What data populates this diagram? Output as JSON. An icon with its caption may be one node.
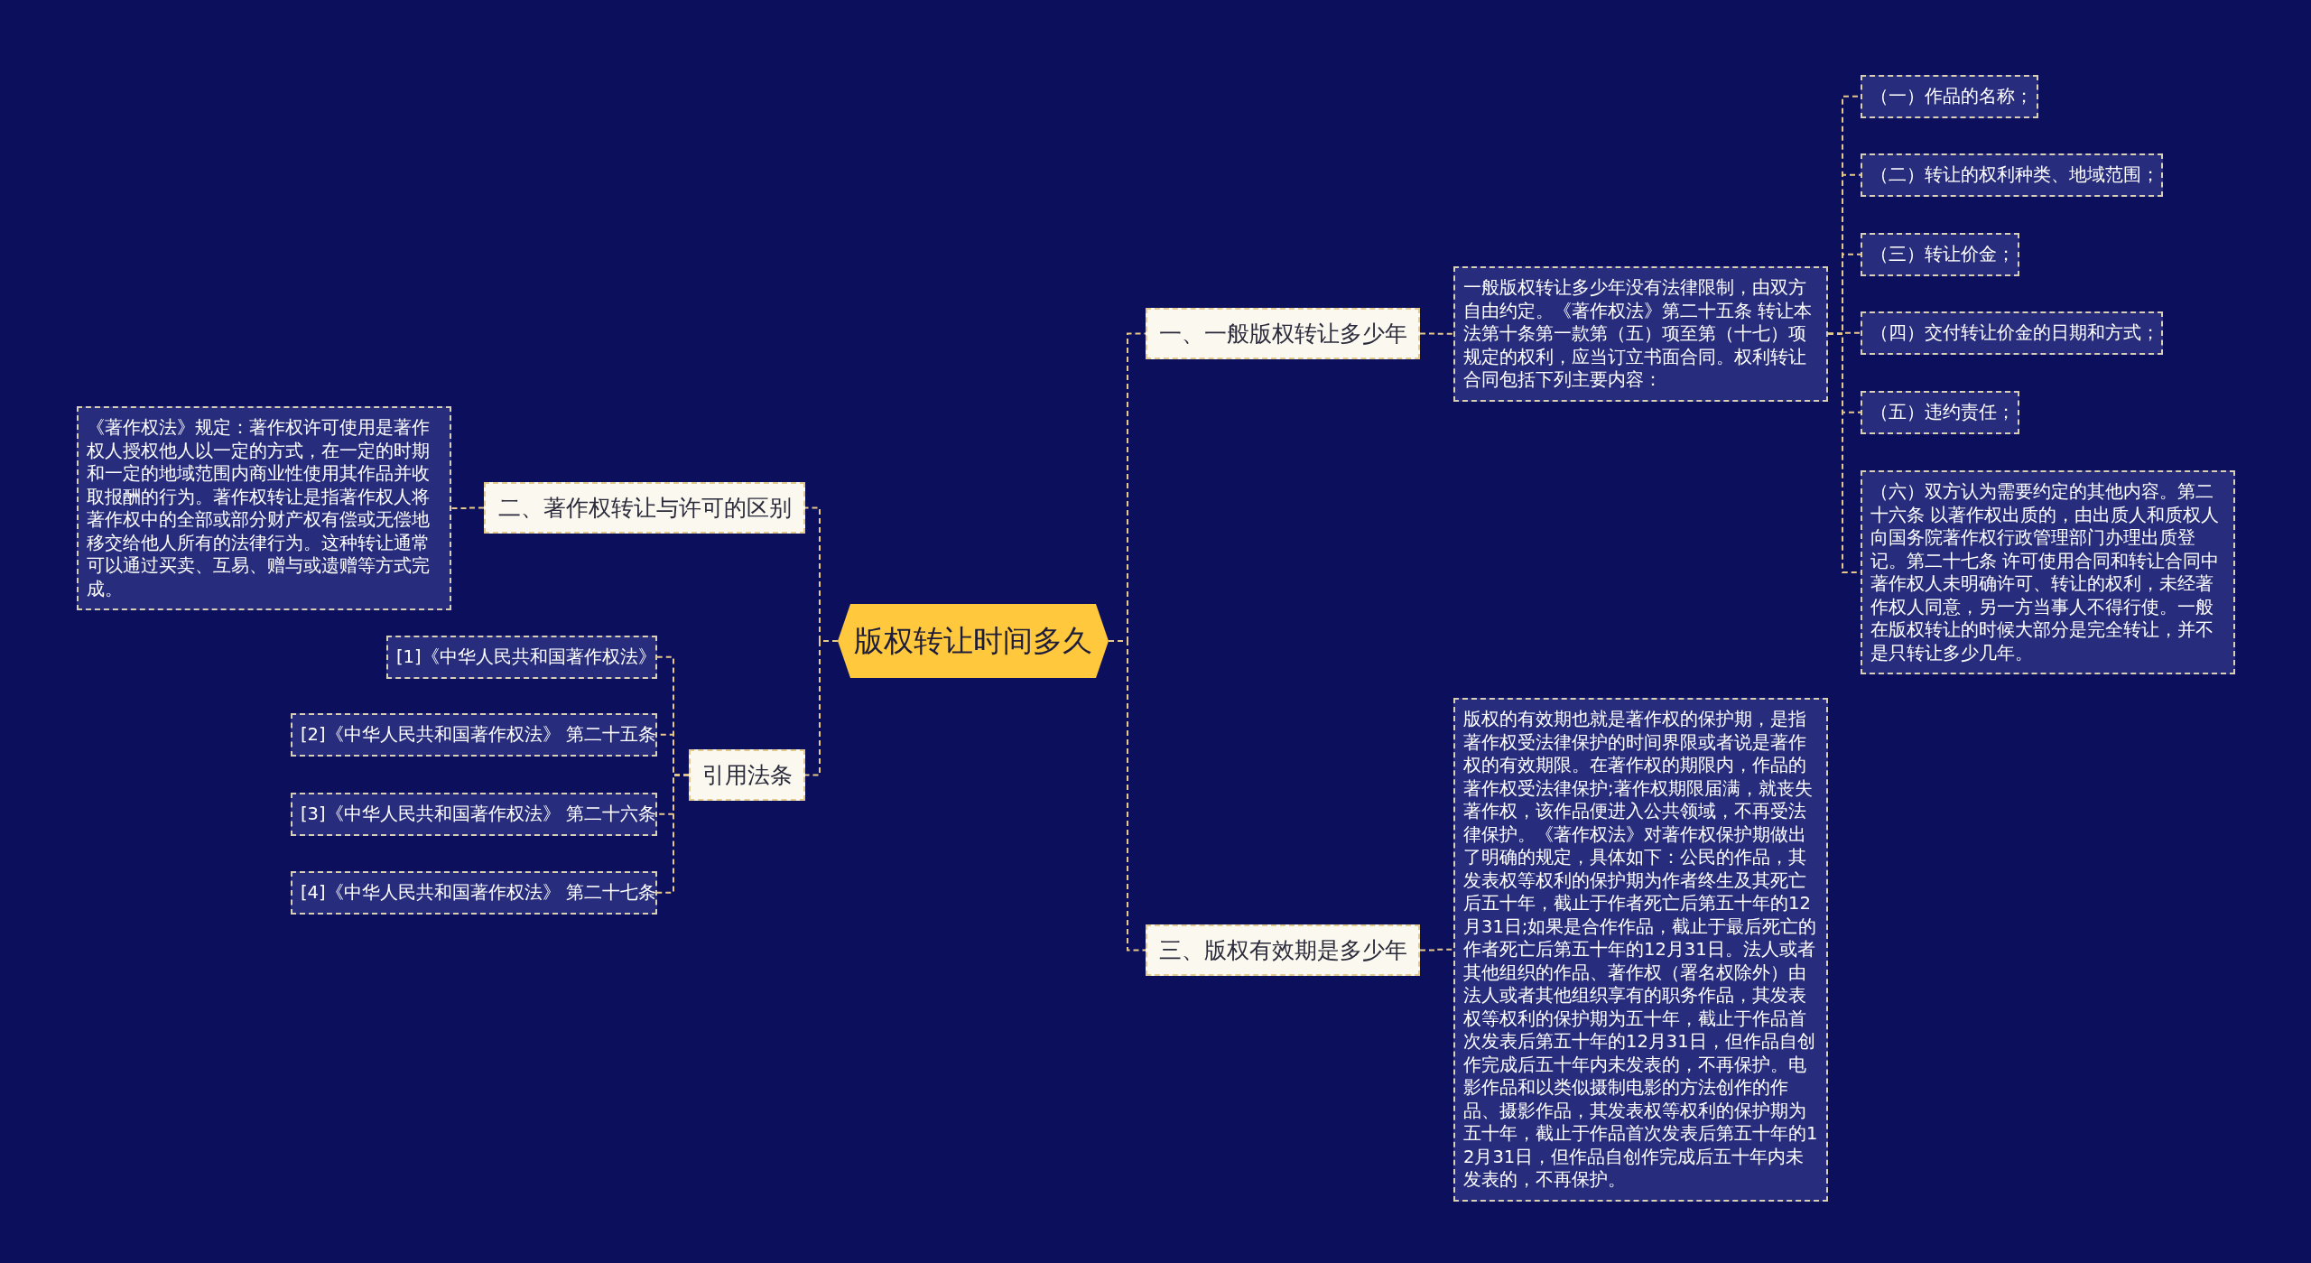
{
  "diagram": {
    "nodes": [
      {
        "text": [
          "版权转让时间多久"
        ]
      },
      {
        "text": [
          "一、一般版权转让多少年"
        ]
      },
      {
        "text": [
          "一般版权转让多少年没有法律限制，由双方自由约定。《著作权法》第二十五条 转让本法第十条第一款第（五）项至第（十七）项规定的权利，应当订立书面合同。权利转让合同包括下列主要内容："
        ]
      },
      {
        "text": [
          "（一）作品的名称；"
        ]
      },
      {
        "text": [
          "（二）转让的权利种类、地域范围；"
        ]
      },
      {
        "text": [
          "（三）转让价金；"
        ]
      },
      {
        "text": [
          "（四）交付转让价金的日期和方式；"
        ]
      },
      {
        "text": [
          "（五）违约责任；"
        ]
      },
      {
        "text": [
          "（六）双方认为需要约定的其他内容。第二十六条 以著作权出质的，由出质人和质权人向国务院著作权行政管理部门办理出质登记。第二十七条 许可使用合同和转让合同中著作权人未明确许可、转让的权利，未经著作权人同意，另一方当事人不得行使。一般在版权转让的时候大部分是完全转让，并不是只转让多少几年。"
        ]
      },
      {
        "text": [
          "三、版权有效期是多少年"
        ]
      },
      {
        "text": [
          "版权的有效期也就是著作权的保护期，是指著作权受法律保护的时间界限或者说是著作权的有效期限。在著作权的期限内，作品的著作权受法律保护;著作权期限届满，就丧失著作权，该作品便进入公共领域，不再受法律保护。《著作权法》对著作权保护期做出了明确的规定，具体如下：公民的作品，其发表权等权利的保护期为作者终生及其死亡后五十年，截止于作者死亡后第五十年的12月31日;如果是合作作品，截止于最后死亡的作者死亡后第五十年的12月31日。法人或者其他组织的作品、著作权（署名权除外）由法人或者其他组织享有的职务作品，其发表权等权利的保护期为五十年，截止于作品首次发表后第五十年的12月31日，但作品自创作完成后五十年内未发表的，不再保护。电影作品和以类似摄制电影的方法创作的作品、摄影作品，其发表权等权利的保护期为五十年，截止于作品首次发表后第五十年的12月31日，但作品自创作完成后五十年内未发表的，不再保护。"
        ]
      },
      {
        "text": [
          "二、著作权转让与许可的区别"
        ]
      },
      {
        "text": [
          "《著作权法》规定：著作权许可使用是著作权人授权他人以一定的方式，在一定的时期和一定的地域范围内商业性使用其作品并收取报酬的行为。著作权转让是指著作权人将著作权中的全部或部分财产权有偿或无偿地移交给他人所有的法律行为。这种转让通常可以通过买卖、互易、赠与或遗赠等方式完成。"
        ]
      },
      {
        "text": [
          "引用法条"
        ]
      },
      {
        "text": [
          "[1]《中华人民共和国著作权法》"
        ]
      },
      {
        "text": [
          "[2]《中华人民共和国著作权法》 第二十五条"
        ]
      },
      {
        "text": [
          "[3]《中华人民共和国著作权法》 第二十六条"
        ]
      },
      {
        "text": [
          "[4]《中华人民共和国著作权法》 第二十七条"
        ]
      }
    ],
    "edges": [
      {
        "from": 0,
        "to": 1,
        "arrow": "none"
      },
      {
        "from": 1,
        "to": 2,
        "arrow": "none"
      },
      {
        "from": 2,
        "to": 3,
        "arrow": "none"
      },
      {
        "from": 2,
        "to": 4,
        "arrow": "none"
      },
      {
        "from": 2,
        "to": 5,
        "arrow": "none"
      },
      {
        "from": 2,
        "to": 6,
        "arrow": "none"
      },
      {
        "from": 2,
        "to": 7,
        "arrow": "none"
      },
      {
        "from": 2,
        "to": 8,
        "arrow": "none"
      },
      {
        "from": 0,
        "to": 9,
        "arrow": "none"
      },
      {
        "from": 9,
        "to": 10,
        "arrow": "none"
      },
      {
        "from": 0,
        "to": 11,
        "arrow": "none"
      },
      {
        "from": 11,
        "to": 12,
        "arrow": "none"
      },
      {
        "from": 0,
        "to": 13,
        "arrow": "none"
      },
      {
        "from": 13,
        "to": 14,
        "arrow": "none"
      },
      {
        "from": 13,
        "to": 15,
        "arrow": "none"
      },
      {
        "from": 13,
        "to": 16,
        "arrow": "none"
      },
      {
        "from": 13,
        "to": 17,
        "arrow": "none"
      }
    ]
  }
}
